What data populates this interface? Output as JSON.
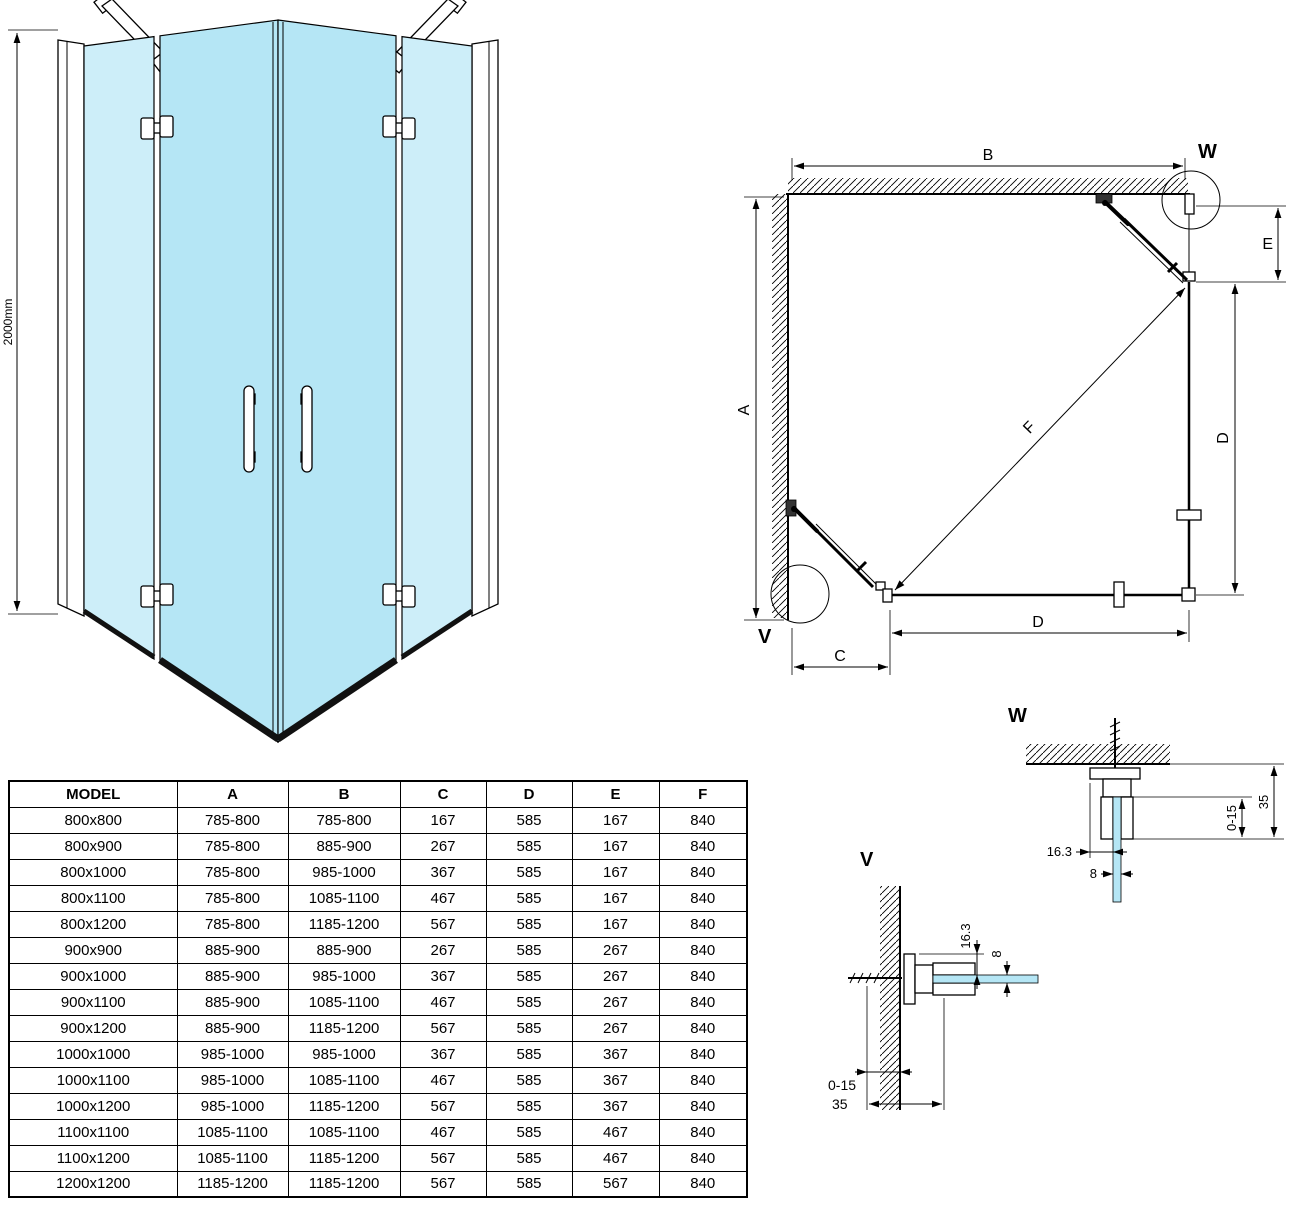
{
  "front_view": {
    "height_label": "2000mm"
  },
  "plan_view": {
    "dim_a": "A",
    "dim_b": "B",
    "dim_c": "C",
    "dim_d_side": "D",
    "dim_d_bottom": "D",
    "dim_e": "E",
    "dim_f": "F",
    "detail_w_label": "W",
    "detail_v_label": "V"
  },
  "details": {
    "w": {
      "title": "W",
      "dim_offset": "16.3",
      "dim_glass": "8",
      "dim_adjust": "0-15",
      "dim_depth": "35"
    },
    "v": {
      "title": "V",
      "dim_offset": "16.3",
      "dim_glass": "8",
      "dim_adjust": "0-15",
      "dim_depth": "35"
    }
  },
  "table": {
    "headers": [
      "MODEL",
      "A",
      "B",
      "C",
      "D",
      "E",
      "F"
    ],
    "rows": [
      [
        "800x800",
        "785-800",
        "785-800",
        "167",
        "585",
        "167",
        "840"
      ],
      [
        "800x900",
        "785-800",
        "885-900",
        "267",
        "585",
        "167",
        "840"
      ],
      [
        "800x1000",
        "785-800",
        "985-1000",
        "367",
        "585",
        "167",
        "840"
      ],
      [
        "800x1100",
        "785-800",
        "1085-1100",
        "467",
        "585",
        "167",
        "840"
      ],
      [
        "800x1200",
        "785-800",
        "1185-1200",
        "567",
        "585",
        "167",
        "840"
      ],
      [
        "900x900",
        "885-900",
        "885-900",
        "267",
        "585",
        "267",
        "840"
      ],
      [
        "900x1000",
        "885-900",
        "985-1000",
        "367",
        "585",
        "267",
        "840"
      ],
      [
        "900x1100",
        "885-900",
        "1085-1100",
        "467",
        "585",
        "267",
        "840"
      ],
      [
        "900x1200",
        "885-900",
        "1185-1200",
        "567",
        "585",
        "267",
        "840"
      ],
      [
        "1000x1000",
        "985-1000",
        "985-1000",
        "367",
        "585",
        "367",
        "840"
      ],
      [
        "1000x1100",
        "985-1000",
        "1085-1100",
        "467",
        "585",
        "367",
        "840"
      ],
      [
        "1000x1200",
        "985-1000",
        "1185-1200",
        "567",
        "585",
        "367",
        "840"
      ],
      [
        "1100x1100",
        "1085-1100",
        "1085-1100",
        "467",
        "585",
        "467",
        "840"
      ],
      [
        "1100x1200",
        "1085-1100",
        "1185-1200",
        "567",
        "585",
        "467",
        "840"
      ],
      [
        "1200x1200",
        "1185-1200",
        "1185-1200",
        "567",
        "585",
        "567",
        "840"
      ]
    ]
  },
  "colors": {
    "glass": "#b5e6f5",
    "glass_light": "#cdeef9"
  }
}
